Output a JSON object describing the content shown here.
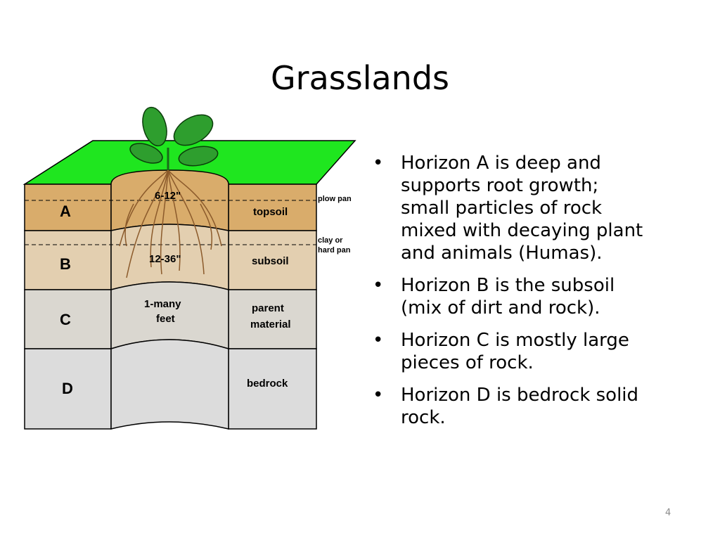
{
  "slide": {
    "title": "Grasslands",
    "page_number": "4"
  },
  "diagram": {
    "horizon_letters": [
      "A",
      "B",
      "C",
      "D"
    ],
    "depth_labels": [
      "6-12\"",
      "12-36\"",
      "1-many",
      "feet"
    ],
    "layer_names": [
      "topsoil",
      "subsoil",
      "parent",
      "material",
      "bedrock"
    ],
    "side_labels": [
      "plow pan",
      "clay or",
      "hard pan"
    ],
    "colors": {
      "grass": "#1fe61f",
      "topsoil": "#d9ac6b",
      "subsoil": "#e3cfb0",
      "parent_material": "#dad7d0",
      "bedrock": "#dcdcdc",
      "leaf": "#2e9e2e",
      "root": "#8b5a2b"
    }
  },
  "bullets": [
    {
      "marker": "•",
      "lines": [
        "Horizon A is deep and",
        "supports root growth;",
        "small particles of rock",
        "mixed with decaying plant",
        "and animals (Humas)."
      ]
    },
    {
      "marker": "•",
      "lines": [
        "Horizon B is the subsoil",
        "(mix of dirt and rock)."
      ]
    },
    {
      "marker": "•",
      "lines": [
        "Horizon C is mostly large",
        "pieces of rock."
      ]
    },
    {
      "marker": "•",
      "lines": [
        "Horizon D is bedrock solid",
        "rock."
      ]
    }
  ]
}
